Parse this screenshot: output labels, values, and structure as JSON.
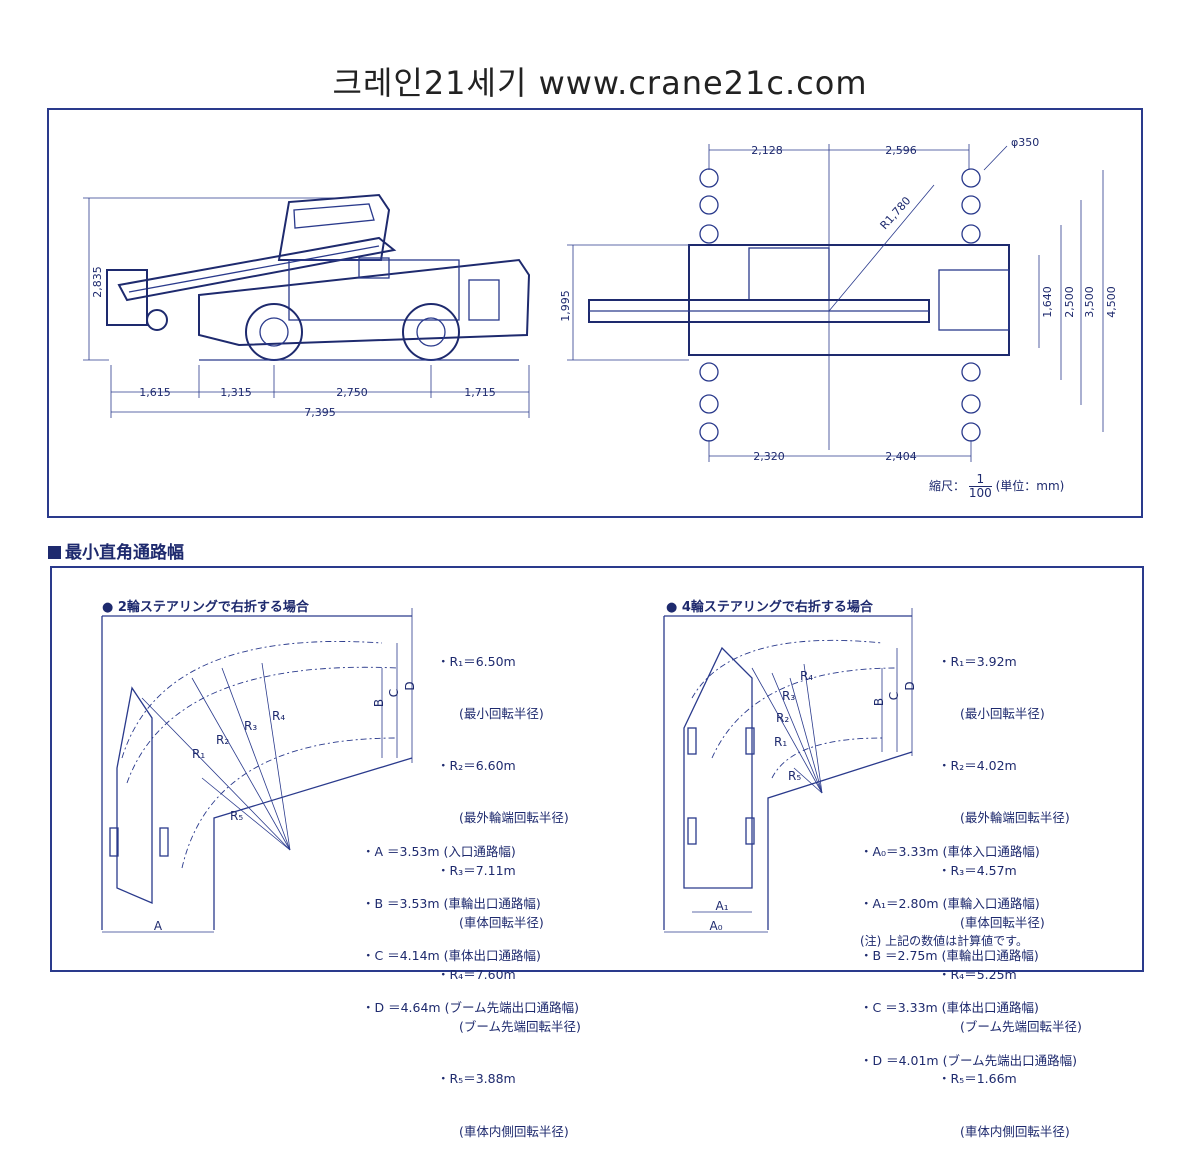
{
  "header": {
    "title": "크레인21세기 www.crane21c.com"
  },
  "side_view": {
    "height_dims": [
      "2,835"
    ],
    "length_dims": [
      "1,615",
      "1,315",
      "2,750",
      "1,715"
    ],
    "total_length": "7,395"
  },
  "top_view": {
    "top_dims": [
      "2,128",
      "2,596"
    ],
    "bottom_dims": [
      "2,320",
      "2,404"
    ],
    "radius": "R1,780",
    "pad": "φ350",
    "left_dim": "1,995",
    "right_dims": [
      "1,640",
      "2,500",
      "3,500",
      "4,500"
    ],
    "scale_label": "縮尺：",
    "scale_num": "1",
    "scale_den": "100",
    "scale_unit": "(単位：mm)"
  },
  "section": {
    "heading": "最小直角通路幅"
  },
  "case_2wheel": {
    "title": "● 2輪ステアリングで右折する場合",
    "radii": [
      {
        "label": "・R₁＝6.50m",
        "desc": "(最小回転半径)"
      },
      {
        "label": "・R₂＝6.60m",
        "desc": "(最外輪端回転半径)"
      },
      {
        "label": "・R₃＝7.11m",
        "desc": "(車体回転半径)"
      },
      {
        "label": "・R₄＝7.60m",
        "desc": "(ブーム先端回転半径)"
      },
      {
        "label": "・R₅＝3.88m",
        "desc": "(車体内側回転半径)"
      }
    ],
    "widths": [
      "・A ＝3.53m (入口通路幅)",
      "・B ＝3.53m (車輪出口通路幅)",
      "・C ＝4.14m (車体出口通路幅)",
      "・D ＝4.64m (ブーム先端出口通路幅)"
    ],
    "marks": {
      "A": "A",
      "B": "B",
      "C": "C",
      "D": "D",
      "R1": "R₁",
      "R2": "R₂",
      "R3": "R₃",
      "R4": "R₄",
      "R5": "R₅"
    }
  },
  "case_4wheel": {
    "title": "● 4輪ステアリングで右折する場合",
    "radii": [
      {
        "label": "・R₁＝3.92m",
        "desc": "(最小回転半径)"
      },
      {
        "label": "・R₂＝4.02m",
        "desc": "(最外輪端回転半径)"
      },
      {
        "label": "・R₃＝4.57m",
        "desc": "(車体回転半径)"
      },
      {
        "label": "・R₄＝5.25m",
        "desc": "(ブーム先端回転半径)"
      },
      {
        "label": "・R₅＝1.66m",
        "desc": "(車体内側回転半径)"
      }
    ],
    "widths": [
      "・A₀＝3.33m (車体入口通路幅)",
      "・A₁＝2.80m (車輪入口通路幅)",
      "・B ＝2.75m (車輪出口通路幅)",
      "・C ＝3.33m (車体出口通路幅)",
      "・D ＝4.01m (ブーム先端出口通路幅)"
    ],
    "marks": {
      "A0": "A₀",
      "A1": "A₁",
      "B": "B",
      "C": "C",
      "D": "D",
      "R1": "R₁",
      "R2": "R₂",
      "R3": "R₃",
      "R4": "R₄",
      "R5": "R₅"
    },
    "note": "(注) 上記の数値は計算値です。"
  }
}
